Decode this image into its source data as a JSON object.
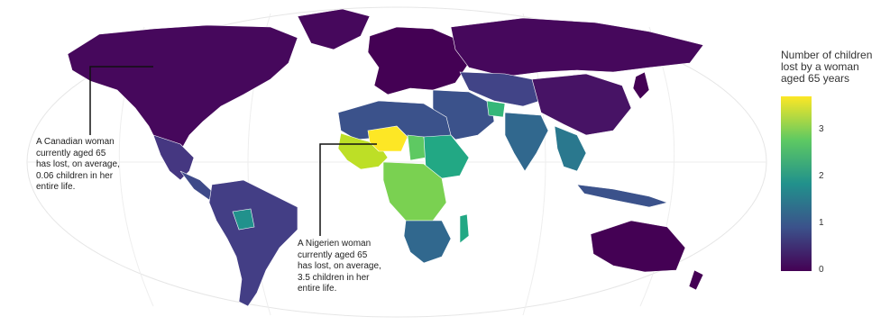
{
  "annotations": {
    "canada": "A Canadian woman\ncurrently aged 65\nhas lost, on average,\n0.06 children in her\nentire life.",
    "niger": "A Nigerien woman\ncurrently aged 65\nhas lost, on average,\n3.5 children in her\nentire life."
  },
  "legend": {
    "title": "Number of children\nlost by a woman\naged 65 years",
    "ticks": [
      "0",
      "1",
      "2",
      "3"
    ],
    "colors": [
      "#440154",
      "#3b528b",
      "#21918c",
      "#5ec962",
      "#fde725"
    ]
  }
}
